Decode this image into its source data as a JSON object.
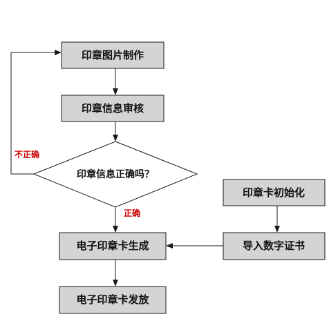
{
  "diagram": {
    "nodes": {
      "make_image": "印章图片制作",
      "review_info": "印章信息审核",
      "decision": "印章信息正确吗？",
      "generate_card": "电子印章卡生成",
      "issue_card": "电子印章卡发放",
      "init_card": "印章卡初始化",
      "import_cert": "导入数字证书"
    },
    "edge_labels": {
      "incorrect": "不正确",
      "correct": "正确"
    },
    "colors": {
      "box_fill": "#d4d4d4",
      "line": "#1a1a1a",
      "label_red": "#cc0000"
    }
  }
}
